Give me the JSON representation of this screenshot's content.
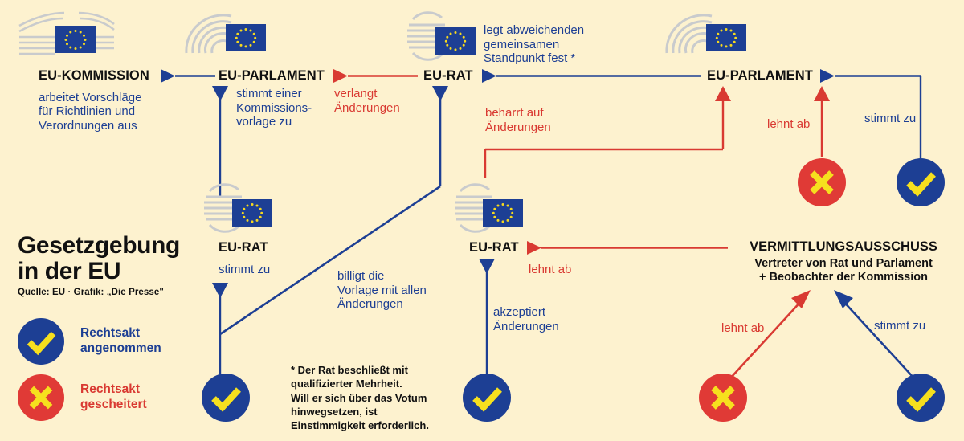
{
  "meta": {
    "title_line1": "Gesetzgebung",
    "title_line2": "in der EU",
    "source": "Quelle: EU · Grafik: „Die Presse\"",
    "background_color": "#fdf2cf",
    "blue": "#1d3f94",
    "red": "#d93a32",
    "yellow": "#f6e01e",
    "black": "#111111"
  },
  "legend": {
    "accepted": {
      "icon": "check-circle-icon",
      "line1": "Rechtsakt",
      "line2": "angenommen"
    },
    "failed": {
      "icon": "cross-circle-icon",
      "line1": "Rechtsakt",
      "line2": "gescheitert"
    }
  },
  "footnote": {
    "lines": [
      "* Der Rat beschließt mit",
      "qualifizierter Mehrheit.",
      "Will er sich über das Votum",
      "hinwegsetzen, ist",
      "Einstimmigkeit erforderlich."
    ]
  },
  "nodes": {
    "commission": {
      "title": "EU-KOMMISSION",
      "logo": "eu-commission-logo",
      "sub_lines": [
        "arbeitet Vorschläge",
        "für Richtlinien und",
        "Verordnungen aus"
      ]
    },
    "parliament_top": {
      "title": "EU-PARLAMENT",
      "logo": "eu-parliament-logo",
      "sub_lines": [
        "stimmt einer",
        "Kommissions-",
        "vorlage zu"
      ]
    },
    "council_top": {
      "title": "EU-RAT",
      "logo": "eu-council-logo"
    },
    "parliament_right": {
      "title": "EU-PARLAMENT",
      "logo": "eu-parliament-logo"
    },
    "council_left": {
      "title": "EU-RAT",
      "logo": "eu-council-logo",
      "sub_lines": [
        "stimmt zu"
      ]
    },
    "council_mid": {
      "title": "EU-RAT",
      "logo": "eu-council-logo"
    },
    "conciliation": {
      "title": "VERMITTLUNGSAUSSCHUSS",
      "sub_line1": "Vertreter von Rat und Parlament",
      "sub_line2": "+ Beobachter der Kommission"
    }
  },
  "edge_labels": {
    "verlangt_aenderungen": [
      "verlangt",
      "Änderungen"
    ],
    "legt_standpunkt": [
      "legt abweichenden",
      "gemeinsamen",
      "Standpunkt fest *"
    ],
    "beharrt": [
      "beharrt auf",
      "Änderungen"
    ],
    "lehnt_ab_parl": "lehnt ab",
    "stimmt_zu_parl": "stimmt zu",
    "billigt": [
      "billigt die",
      "Vorlage mit allen",
      "Änderungen"
    ],
    "lehnt_ab_rat": "lehnt ab",
    "akzeptiert": [
      "akzeptiert",
      "Änderungen"
    ],
    "lehnt_ab_verm": "lehnt ab",
    "stimmt_zu_verm": "stimmt zu"
  },
  "chart_data": {
    "type": "diagram",
    "title": "Gesetzgebung in der EU",
    "nodes": [
      "EU-KOMMISSION",
      "EU-PARLAMENT",
      "EU-RAT",
      "EU-PARLAMENT",
      "EU-RAT",
      "EU-RAT",
      "VERMITTLUNGSAUSSCHUSS"
    ],
    "edges": [
      {
        "from": "EU-KOMMISSION",
        "to": "EU-PARLAMENT",
        "label": "",
        "color": "blue"
      },
      {
        "from": "EU-PARLAMENT",
        "to": "EU-RAT (links)",
        "label": "stimmt einer Kommissionsvorlage zu",
        "color": "blue"
      },
      {
        "from": "EU-RAT (links)",
        "to": "Rechtsakt angenommen",
        "label": "stimmt zu",
        "color": "blue"
      },
      {
        "from": "EU-PARLAMENT",
        "to": "EU-RAT (oben)",
        "label": "verlangt Änderungen",
        "color": "red"
      },
      {
        "from": "EU-RAT (links)",
        "to": "EU-RAT (oben)",
        "label": "billigt die Vorlage mit allen Änderungen",
        "color": "blue"
      },
      {
        "from": "EU-RAT (oben)",
        "to": "EU-PARLAMENT (rechts)",
        "label": "legt abweichenden gemeinsamen Standpunkt fest *",
        "color": "blue"
      },
      {
        "from": "EU-PARLAMENT (rechts)",
        "to": "Rechtsakt gescheitert",
        "label": "lehnt ab",
        "color": "red"
      },
      {
        "from": "EU-PARLAMENT (rechts)",
        "to": "Rechtsakt angenommen",
        "label": "stimmt zu",
        "color": "blue"
      },
      {
        "from": "EU-PARLAMENT (rechts)",
        "to": "EU-RAT (mitte)",
        "label": "beharrt auf Änderungen",
        "color": "red"
      },
      {
        "from": "EU-RAT (mitte)",
        "to": "Rechtsakt angenommen",
        "label": "akzeptiert Änderungen",
        "color": "blue"
      },
      {
        "from": "EU-RAT (mitte)",
        "to": "VERMITTLUNGSAUSSCHUSS",
        "label": "lehnt ab",
        "color": "red"
      },
      {
        "from": "VERMITTLUNGSAUSSCHUSS",
        "to": "Rechtsakt gescheitert",
        "label": "lehnt ab",
        "color": "red"
      },
      {
        "from": "VERMITTLUNGSAUSSCHUSS",
        "to": "Rechtsakt angenommen",
        "label": "stimmt zu",
        "color": "blue"
      }
    ]
  }
}
